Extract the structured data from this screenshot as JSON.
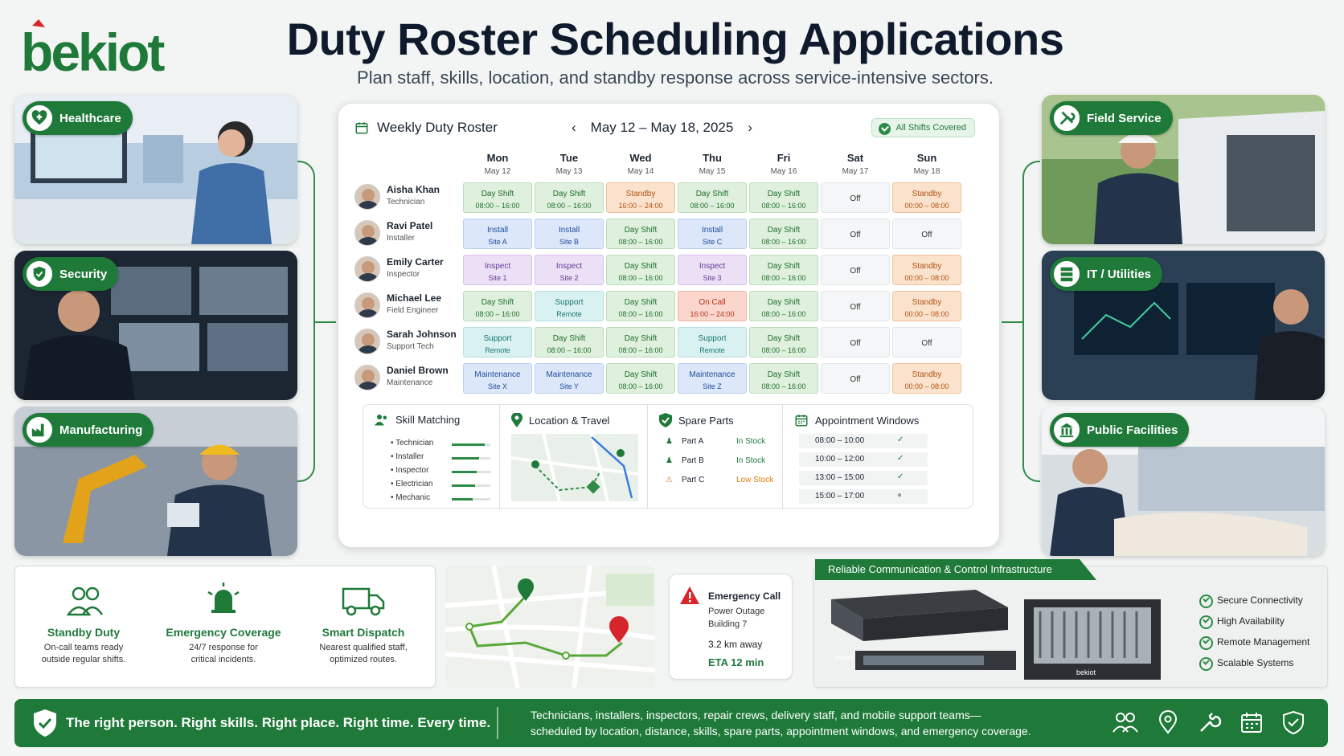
{
  "brand": {
    "logo_text": "bekiot"
  },
  "header": {
    "title": "Duty Roster Scheduling Applications",
    "subtitle": "Plan staff, skills, location, and standby response across service-intensive sectors."
  },
  "sectors": {
    "left": [
      {
        "label": "Healthcare",
        "icon": "heart-cross-icon"
      },
      {
        "label": "Security",
        "icon": "shield-check-icon"
      },
      {
        "label": "Manufacturing",
        "icon": "factory-icon"
      }
    ],
    "right": [
      {
        "label": "Field Service",
        "icon": "tools-icon"
      },
      {
        "label": "IT / Utilities",
        "icon": "server-icon"
      },
      {
        "label": "Public Facilities",
        "icon": "building-icon"
      }
    ]
  },
  "roster": {
    "title": "Weekly Duty Roster",
    "range": "May 12 – May 18, 2025",
    "status": "All Shifts Covered",
    "days": [
      {
        "d": "Mon",
        "date": "May 12"
      },
      {
        "d": "Tue",
        "date": "May 13"
      },
      {
        "d": "Wed",
        "date": "May 14"
      },
      {
        "d": "Thu",
        "date": "May 15"
      },
      {
        "d": "Fri",
        "date": "May 16"
      },
      {
        "d": "Sat",
        "date": "May 17"
      },
      {
        "d": "Sun",
        "date": "May 18"
      }
    ],
    "staff": [
      {
        "name": "Aisha Khan",
        "role": "Technician",
        "shifts": [
          [
            "day",
            "Day Shift",
            "08:00 – 16:00"
          ],
          [
            "day",
            "Day Shift",
            "08:00 – 16:00"
          ],
          [
            "stand",
            "Standby",
            "16:00 – 24:00"
          ],
          [
            "day",
            "Day Shift",
            "08:00 – 16:00"
          ],
          [
            "day",
            "Day Shift",
            "08:00 – 16:00"
          ],
          [
            "off",
            "Off",
            ""
          ],
          [
            "stand",
            "Standby",
            "00:00 – 08:00"
          ]
        ]
      },
      {
        "name": "Ravi Patel",
        "role": "Installer",
        "shifts": [
          [
            "inst",
            "Install",
            "Site A"
          ],
          [
            "inst",
            "Install",
            "Site B"
          ],
          [
            "day",
            "Day Shift",
            "08:00 – 16:00"
          ],
          [
            "inst",
            "Install",
            "Site C"
          ],
          [
            "day",
            "Day Shift",
            "08:00 – 16:00"
          ],
          [
            "off",
            "Off",
            ""
          ],
          [
            "off",
            "Off",
            ""
          ]
        ]
      },
      {
        "name": "Emily Carter",
        "role": "Inspector",
        "shifts": [
          [
            "insp",
            "Inspect",
            "Site 1"
          ],
          [
            "insp",
            "Inspect",
            "Site 2"
          ],
          [
            "day",
            "Day Shift",
            "08:00 – 16:00"
          ],
          [
            "insp",
            "Inspect",
            "Site 3"
          ],
          [
            "day",
            "Day Shift",
            "08:00 – 16:00"
          ],
          [
            "off",
            "Off",
            ""
          ],
          [
            "stand",
            "Standby",
            "00:00 – 08:00"
          ]
        ]
      },
      {
        "name": "Michael Lee",
        "role": "Field Engineer",
        "shifts": [
          [
            "day",
            "Day Shift",
            "08:00 – 16:00"
          ],
          [
            "supp",
            "Support",
            "Remote"
          ],
          [
            "day",
            "Day Shift",
            "08:00 – 16:00"
          ],
          [
            "call",
            "On Call",
            "16:00 – 24:00"
          ],
          [
            "day",
            "Day Shift",
            "08:00 – 16:00"
          ],
          [
            "off",
            "Off",
            ""
          ],
          [
            "stand",
            "Standby",
            "00:00 – 08:00"
          ]
        ]
      },
      {
        "name": "Sarah Johnson",
        "role": "Support Tech",
        "shifts": [
          [
            "supp",
            "Support",
            "Remote"
          ],
          [
            "day",
            "Day Shift",
            "08:00 – 16:00"
          ],
          [
            "day",
            "Day Shift",
            "08:00 – 16:00"
          ],
          [
            "supp",
            "Support",
            "Remote"
          ],
          [
            "day",
            "Day Shift",
            "08:00 – 16:00"
          ],
          [
            "off",
            "Off",
            ""
          ],
          [
            "off",
            "Off",
            ""
          ]
        ]
      },
      {
        "name": "Daniel Brown",
        "role": "Maintenance",
        "shifts": [
          [
            "inst",
            "Maintenance",
            "Site X"
          ],
          [
            "inst",
            "Maintenance",
            "Site Y"
          ],
          [
            "day",
            "Day Shift",
            "08:00 – 16:00"
          ],
          [
            "inst",
            "Maintenance",
            "Site Z"
          ],
          [
            "day",
            "Day Shift",
            "08:00 – 16:00"
          ],
          [
            "off",
            "Off",
            ""
          ],
          [
            "stand",
            "Standby",
            "00:00 – 08:00"
          ]
        ]
      }
    ]
  },
  "panels": {
    "skill": {
      "title": "Skill Matching",
      "items": [
        {
          "name": "Technician",
          "level": 0.85
        },
        {
          "name": "Installer",
          "level": 0.7
        },
        {
          "name": "Inspector",
          "level": 0.65
        },
        {
          "name": "Electrician",
          "level": 0.6
        },
        {
          "name": "Mechanic",
          "level": 0.55
        }
      ]
    },
    "location": {
      "title": "Location & Travel"
    },
    "parts": {
      "title": "Spare Parts",
      "items": [
        {
          "name": "Part A",
          "status": "In Stock",
          "color": "#1f7a3a"
        },
        {
          "name": "Part B",
          "status": "In Stock",
          "color": "#1f7a3a"
        },
        {
          "name": "Part C",
          "status": "Low Stock",
          "color": "#e07a10"
        }
      ]
    },
    "appointments": {
      "title": "Appointment Windows",
      "items": [
        {
          "time": "08:00 – 10:00",
          "mark": "✓"
        },
        {
          "time": "10:00 – 12:00",
          "mark": "✓"
        },
        {
          "time": "13:00 – 15:00",
          "mark": "✓"
        },
        {
          "time": "15:00 – 17:00",
          "mark": "●"
        }
      ]
    }
  },
  "features": [
    {
      "title": "Standby Duty",
      "l1": "On-call teams ready",
      "l2": "outside regular shifts."
    },
    {
      "title": "Emergency Coverage",
      "l1": "24/7 response for",
      "l2": "critical incidents."
    },
    {
      "title": "Smart Dispatch",
      "l1": "Nearest qualified staff,",
      "l2": "optimized routes."
    }
  ],
  "emergency": {
    "title": "Emergency Call",
    "l1": "Power Outage",
    "l2": "Building 7",
    "distance": "3.2 km away",
    "eta": "ETA 12 min"
  },
  "infra": {
    "tag": "Reliable Communication & Control Infrastructure",
    "device_label": "bekiot",
    "checks": [
      "Secure Connectivity",
      "High Availability",
      "Remote Management",
      "Scalable Systems"
    ]
  },
  "footer": {
    "slogan": "The right person. Right skills. Right place. Right time. Every time.",
    "line1": "Technicians, installers, inspectors, repair crews, delivery staff, and mobile support teams—",
    "line2": "scheduled by location, distance, skills, spare parts, appointment windows, and emergency coverage."
  },
  "colors": {
    "brand_green": "#1f7a3a",
    "brand_red": "#d7262b",
    "standby": "#fbe2cc",
    "on_call": "#fad6cc"
  }
}
